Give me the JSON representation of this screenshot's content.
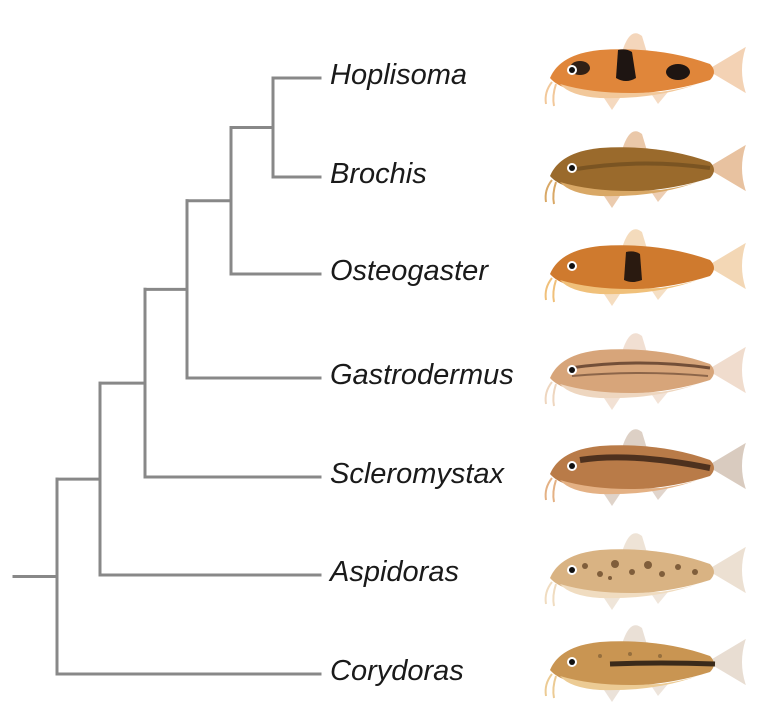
{
  "taxa": [
    {
      "name": "Hoplisoma",
      "fish_icon": "orange-catfish-black-saddles-icon",
      "colors": {
        "body": "#e0863a",
        "belly": "#f2c89a",
        "fin": "#f3d2b4",
        "pattern": "#1e1512"
      }
    },
    {
      "name": "Brochis",
      "fish_icon": "olive-bronze-catfish-icon",
      "colors": {
        "body": "#9a6a2c",
        "belly": "#d9a866",
        "fin": "#e8c2a0",
        "pattern": "#5a3d18"
      }
    },
    {
      "name": "Osteogaster",
      "fish_icon": "orange-catfish-dark-band-icon",
      "colors": {
        "body": "#cf7a2e",
        "belly": "#f0c07a",
        "fin": "#f3d7b5",
        "pattern": "#2a1a10"
      }
    },
    {
      "name": "Gastrodermus",
      "fish_icon": "pale-striped-catfish-icon",
      "colors": {
        "body": "#d7a57a",
        "belly": "#eed6bf",
        "fin": "#f0dccd",
        "pattern": "#5a3a28"
      }
    },
    {
      "name": "Scleromystax",
      "fish_icon": "bronze-catfish-dark-stripe-icon",
      "colors": {
        "body": "#b97b48",
        "belly": "#e4b184",
        "fin": "#d9cbbf",
        "pattern": "#3b2418"
      }
    },
    {
      "name": "Aspidoras",
      "fish_icon": "spotted-tan-catfish-icon",
      "colors": {
        "body": "#d9b383",
        "belly": "#f0dcc0",
        "fin": "#ece0d2",
        "pattern": "#6a4a2a"
      }
    },
    {
      "name": "Corydoras",
      "fish_icon": "golden-catfish-lateral-stripe-icon",
      "colors": {
        "body": "#c99552",
        "belly": "#eccb94",
        "fin": "#e8ddd2",
        "pattern": "#3a2a1a"
      }
    }
  ],
  "style": {
    "branch_color": "#888888",
    "label_color": "#1a1a1a"
  }
}
